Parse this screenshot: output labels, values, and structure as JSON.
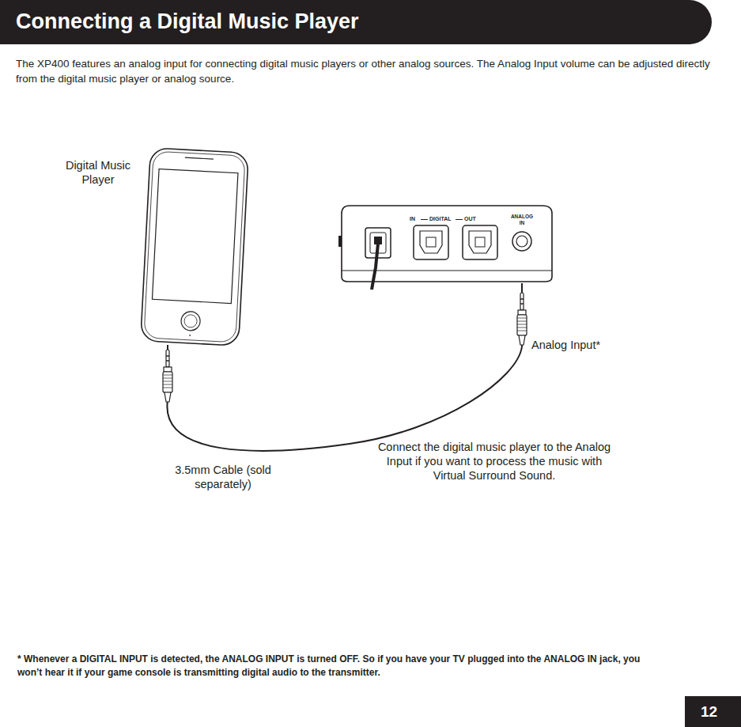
{
  "diagram": {
    "title": "Connecting a Digital Music Player",
    "nodes": [
      {
        "text": [
          "Digital Music Player"
        ]
      },
      {
        "text": [
          "IN",
          "DIGITAL",
          "OUT",
          "ANALOG IN"
        ]
      },
      {
        "text": [
          "12"
        ]
      }
    ],
    "edges": [
      {
        "from": 0,
        "to": 1,
        "arrow": "none"
      }
    ],
    "labels": [
      "The XP400 features an analog input for connecting digital music players or other analog sources. The Analog Input volume can be adjusted directly from the digital music player or analog source.",
      "Analog Input*",
      "3.5mm Cable (sold separately)",
      "Connect the digital music player to the Analog Input if you want to process the music with Virtual Surround Sound.",
      "* Whenever a DIGITAL INPUT is detected, the ANALOG INPUT is turned OFF. So if you have your TV plugged into the ANALOG IN jack, you won’t hear it if your game console is transmitting digital audio to the transmitter."
    ]
  }
}
